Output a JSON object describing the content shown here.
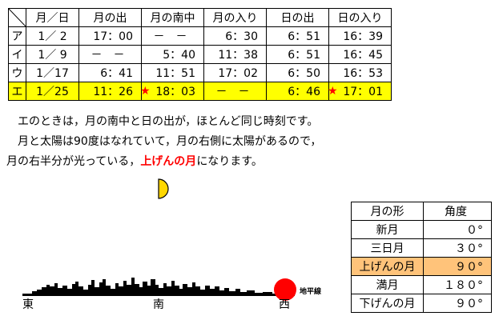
{
  "table": {
    "headers": [
      "月／日",
      "月の出",
      "月の南中",
      "月の入り",
      "日の出",
      "日の入り"
    ],
    "rows": [
      {
        "label": "ア",
        "date": "1／ 2",
        "moonrise": "17：00",
        "transit": "－　－",
        "moonset": "6：30",
        "sunrise": "6：51",
        "sunset": "16：39",
        "highlight": false
      },
      {
        "label": "イ",
        "date": "1／ 9",
        "moonrise": "－　－",
        "transit": "5：40",
        "moonset": "11：38",
        "sunrise": "6：51",
        "sunset": "16：45",
        "highlight": false
      },
      {
        "label": "ウ",
        "date": "1／17",
        "moonrise": "6：41",
        "transit": "11：51",
        "moonset": "17：02",
        "sunrise": "6：50",
        "sunset": "16：53",
        "highlight": false
      },
      {
        "label": "エ",
        "date": "1／25",
        "moonrise": "11：26",
        "transit": "18：03",
        "moonset": "－　－",
        "sunrise": "6：46",
        "sunset": "17：01",
        "highlight": true
      }
    ]
  },
  "paragraph": {
    "line1": "エのときは，月の南中と日の出が，ほとんど同じ時刻です。",
    "line2": "月と太陽は90度はなれていて，月の右側に太陽があるので，",
    "line3_pre": "月の右半分が光っている，",
    "line3_red": "上げんの月",
    "line3_post": "になります。"
  },
  "angles": {
    "headers": [
      "月の形",
      "角度"
    ],
    "rows": [
      {
        "shape": "新月",
        "angle": "０°",
        "highlight": false
      },
      {
        "shape": "三日月",
        "angle": "３０°",
        "highlight": false
      },
      {
        "shape": "上げんの月",
        "angle": "９０°",
        "highlight": true
      },
      {
        "shape": "満月",
        "angle": "１８０°",
        "highlight": false
      },
      {
        "shape": "下げんの月",
        "angle": "９０°",
        "highlight": false
      }
    ]
  },
  "scene": {
    "horizon_label": "地平線",
    "east": "東",
    "south": "南",
    "west": "西",
    "colors": {
      "sun": "#ff0000",
      "highlight_row": "#ffff00",
      "highlight_angle": "#ffc37a",
      "star": "#ff0000"
    }
  }
}
